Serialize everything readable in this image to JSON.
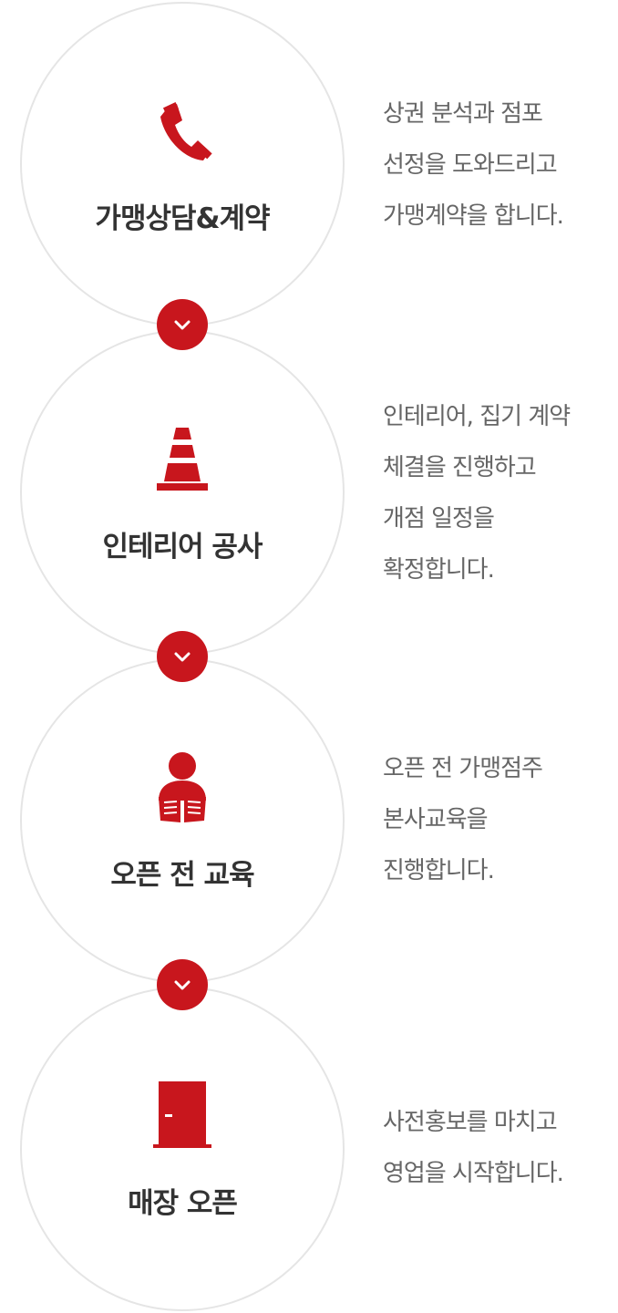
{
  "accent_color": "#c8161d",
  "steps": [
    {
      "title": "가맹상담&계약",
      "icon": "phone-icon",
      "desc": [
        "상권 분석과 점포",
        "선정을 도와드리고",
        "가맹계약을 합니다."
      ]
    },
    {
      "title": "인테리어 공사",
      "icon": "traffic-cone-icon",
      "desc": [
        "인테리어, 집기 계약",
        "체결을 진행하고",
        "개점 일정을",
        "확정합니다."
      ]
    },
    {
      "title": "오픈 전 교육",
      "icon": "person-reading-book-icon",
      "desc": [
        "오픈 전 가맹점주",
        "본사교육을",
        "진행합니다."
      ]
    },
    {
      "title": "매장 오픈",
      "icon": "door-icon",
      "desc": [
        "사전홍보를 마치고",
        "영업을 시작합니다."
      ]
    }
  ],
  "connector_icon": "chevron-down-icon"
}
